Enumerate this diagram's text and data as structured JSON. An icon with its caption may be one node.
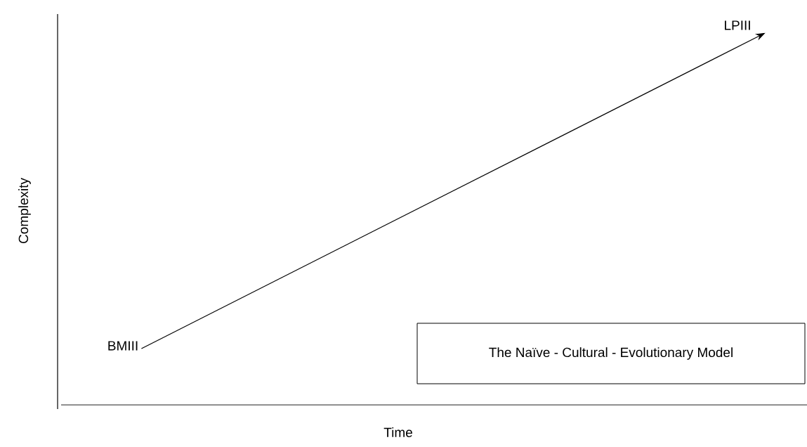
{
  "diagram": {
    "nodes": [
      {
        "text": [
          "BMIII"
        ]
      },
      {
        "text": [
          "LPIII"
        ]
      },
      {
        "text": [
          "The Naïve - Cultural - Evolutionary Model"
        ]
      }
    ],
    "edges": [
      {
        "from": 0,
        "to": 1,
        "arrow": "to"
      }
    ],
    "labels": [
      "Complexity",
      "Time"
    ]
  }
}
